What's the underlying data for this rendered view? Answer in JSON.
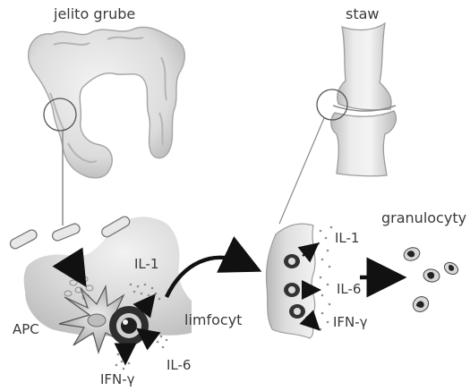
{
  "labels": {
    "colon": "jelito grube",
    "joint": "staw",
    "il1_gut": "IL-1",
    "apc": "APC",
    "lymphocyte": "limfocyt",
    "ifng_gut": "IFN-γ",
    "il6_gut": "IL-6",
    "il1_joint": "IL-1",
    "il6_joint": "IL-6",
    "ifng_joint": "IFN-γ",
    "granulocytes": "granulocyty"
  }
}
